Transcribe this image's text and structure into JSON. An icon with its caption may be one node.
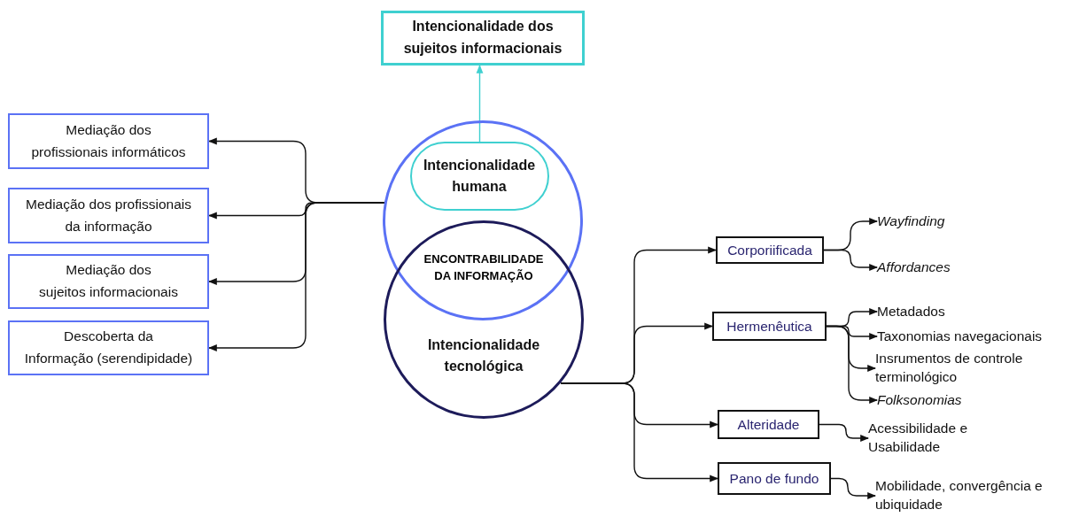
{
  "diagram": {
    "nodes": [
      {
        "text": [
          "Intencionalidade dos sujeitos informacionais"
        ]
      },
      {
        "text": [],
        "shape": "circle"
      },
      {
        "text": [
          "Intencionalidade humana"
        ],
        "in": 1
      },
      {
        "text": [
          "Intencionalidade tecnológica"
        ]
      },
      {
        "text": [
          "Mediação dos profissionais informáticos"
        ]
      },
      {
        "text": [
          "Mediação dos profissionais da informação"
        ]
      },
      {
        "text": [
          "Mediação dos sujeitos informacionais"
        ]
      },
      {
        "text": [
          "Descoberta da Informação (serendipidade)"
        ]
      },
      {
        "text": [
          "Corporiificada"
        ]
      },
      {
        "text": [
          "Wayfinding"
        ]
      },
      {
        "text": [
          "Affordances"
        ]
      },
      {
        "text": [
          "Hermenêutica"
        ]
      },
      {
        "text": [
          "Metadados"
        ]
      },
      {
        "text": [
          "Taxonomias navegacionais"
        ]
      },
      {
        "text": [
          "Insrumentos de controle terminológico"
        ]
      },
      {
        "text": [
          "Folksonomias"
        ]
      },
      {
        "text": [
          "Alteridade"
        ]
      },
      {
        "text": [
          "Acessibilidade e Usabilidade"
        ]
      },
      {
        "text": [
          "Pano de fundo"
        ]
      },
      {
        "text": [
          "Mobilidade, convergência e ubiquidade"
        ]
      }
    ],
    "edges": [
      {
        "from": 2,
        "to": 0,
        "arrow": "to",
        "color": "#3fd0d0"
      },
      {
        "from": 1,
        "to": 4,
        "arrow": "to"
      },
      {
        "from": 1,
        "to": 5,
        "arrow": "to"
      },
      {
        "from": 1,
        "to": 6,
        "arrow": "to"
      },
      {
        "from": 1,
        "to": 7,
        "arrow": "to"
      },
      {
        "from": 3,
        "to": 8,
        "arrow": "to"
      },
      {
        "from": 3,
        "to": 11,
        "arrow": "to"
      },
      {
        "from": 3,
        "to": 16,
        "arrow": "to"
      },
      {
        "from": 3,
        "to": 18,
        "arrow": "to"
      },
      {
        "from": 8,
        "to": 9,
        "arrow": "to"
      },
      {
        "from": 8,
        "to": 10,
        "arrow": "to"
      },
      {
        "from": 11,
        "to": 12,
        "arrow": "to"
      },
      {
        "from": 11,
        "to": 13,
        "arrow": "to"
      },
      {
        "from": 11,
        "to": 14,
        "arrow": "to"
      },
      {
        "from": 11,
        "to": 15,
        "arrow": "to"
      },
      {
        "from": 16,
        "to": 17,
        "arrow": "to"
      },
      {
        "from": 18,
        "to": 19,
        "arrow": "to"
      }
    ],
    "labels": [
      "ENCONTRABILIDADE DA INFORMAÇÃO"
    ]
  }
}
